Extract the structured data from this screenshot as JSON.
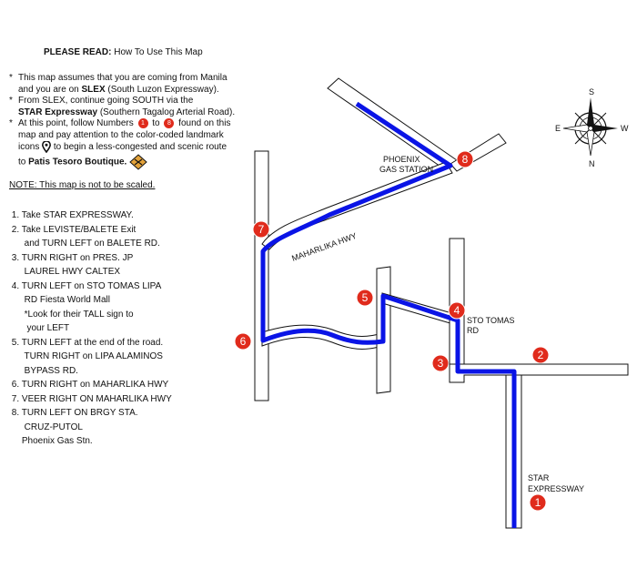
{
  "header": {
    "title_bold": "PLEASE READ:",
    "title_rest": " How To Use This Map"
  },
  "intro": {
    "bullet": "*",
    "line1a": "This map assumes that you are coming from Manila",
    "line1b": "and you are on ",
    "line1b_bold": "SLEX",
    "line1b_rest": " (South Luzon Expressway).",
    "line2a": "From SLEX, continue going SOUTH via the",
    "line2b_bold": "STAR Expressway",
    "line2b_rest": " (Southern Tagalog Arterial Road).",
    "line3a": "At this point, follow Numbers ",
    "line3a_n1": "1",
    "line3a_to": " to ",
    "line3a_n2": "8",
    "line3a_rest": " found on this",
    "line3b": "map and pay attention to the color-coded landmark",
    "line3c_a": "icons ",
    "line3c_b": " to begin a less-congested and scenic route",
    "line3d_a": "to ",
    "line3d_bold": "Patis Tesoro Boutique.",
    "line3d_rest": " "
  },
  "note": "NOTE: This map is not to be scaled.",
  "steps": [
    " 1. Take STAR EXPRESSWAY.",
    " 2. Take LEVISTE/BALETE Exit",
    "      and TURN LEFT on BALETE RD.",
    " 3. TURN RIGHT on PRES. JP",
    "      LAUREL HWY CALTEX",
    " 4. TURN LEFT on STO TOMAS LIPA",
    "      RD Fiesta World Mall",
    "      *Look for their TALL sign to",
    "       your LEFT",
    " 5. TURN LEFT at the end of the road.",
    "      TURN RIGHT on LIPA ALAMINOS",
    "      BYPASS RD.",
    " 6. TURN RIGHT on MAHARLIKA HWY",
    " 7. VEER RIGHT ON MAHARLIKA HWY",
    " 8. TURN LEFT ON BRGY STA.",
    "      CRUZ-PUTOL",
    "     Phoenix Gas Stn."
  ],
  "map": {
    "labels": {
      "phoenix1": "PHOENIX",
      "phoenix2": "GAS STATION",
      "maharlika": "MAHARLIKA HWY",
      "stotomas1": "STO TOMAS",
      "stotomas2": "RD",
      "star1": "STAR",
      "star2": "EXPRESSWAY"
    },
    "markers": [
      "1",
      "2",
      "3",
      "4",
      "5",
      "6",
      "7",
      "8"
    ],
    "compass": {
      "n": "N",
      "s": "S",
      "e": "E",
      "w": "W"
    },
    "route_color": "#0a14e6",
    "marker_color": "#e02b1c",
    "landmark_color": "#e3a23a"
  }
}
